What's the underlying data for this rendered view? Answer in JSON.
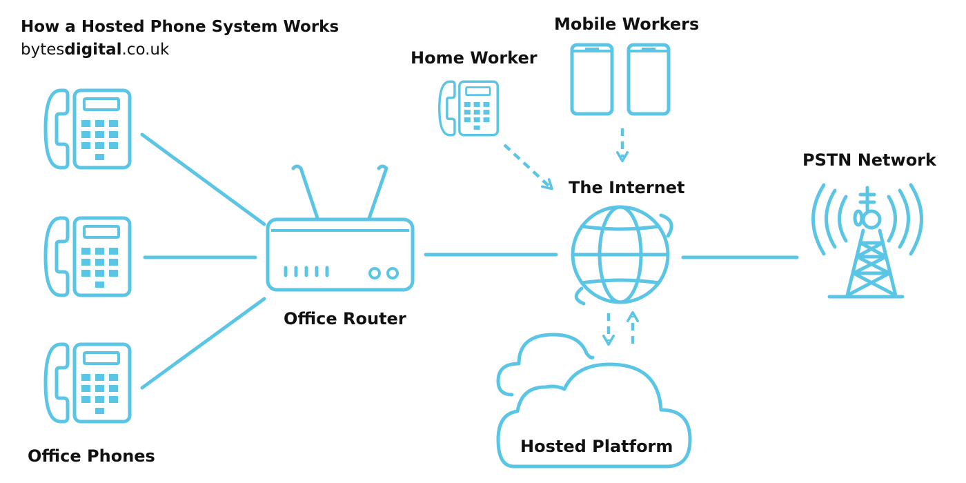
{
  "header": {
    "title": "How a Hosted Phone System Works",
    "site_prefix": "bytes",
    "site_bold": "digital",
    "site_suffix": ".co.uk"
  },
  "labels": {
    "office_phones": "Office Phones",
    "office_router": "Office Router",
    "home_worker": "Home Worker",
    "mobile_workers": "Mobile Workers",
    "the_internet": "The Internet",
    "pstn_network": "PSTN Network",
    "hosted_platform": "Hosted Platform"
  },
  "icons": {
    "desk_phone": "desk-phone-icon",
    "router": "router-icon",
    "mobile_phone": "mobile-phone-icon",
    "globe": "globe-icon",
    "tower": "radio-tower-icon",
    "cloud": "cloud-icon"
  },
  "colors": {
    "accent": "#5bc5e6",
    "text": "#111111"
  }
}
